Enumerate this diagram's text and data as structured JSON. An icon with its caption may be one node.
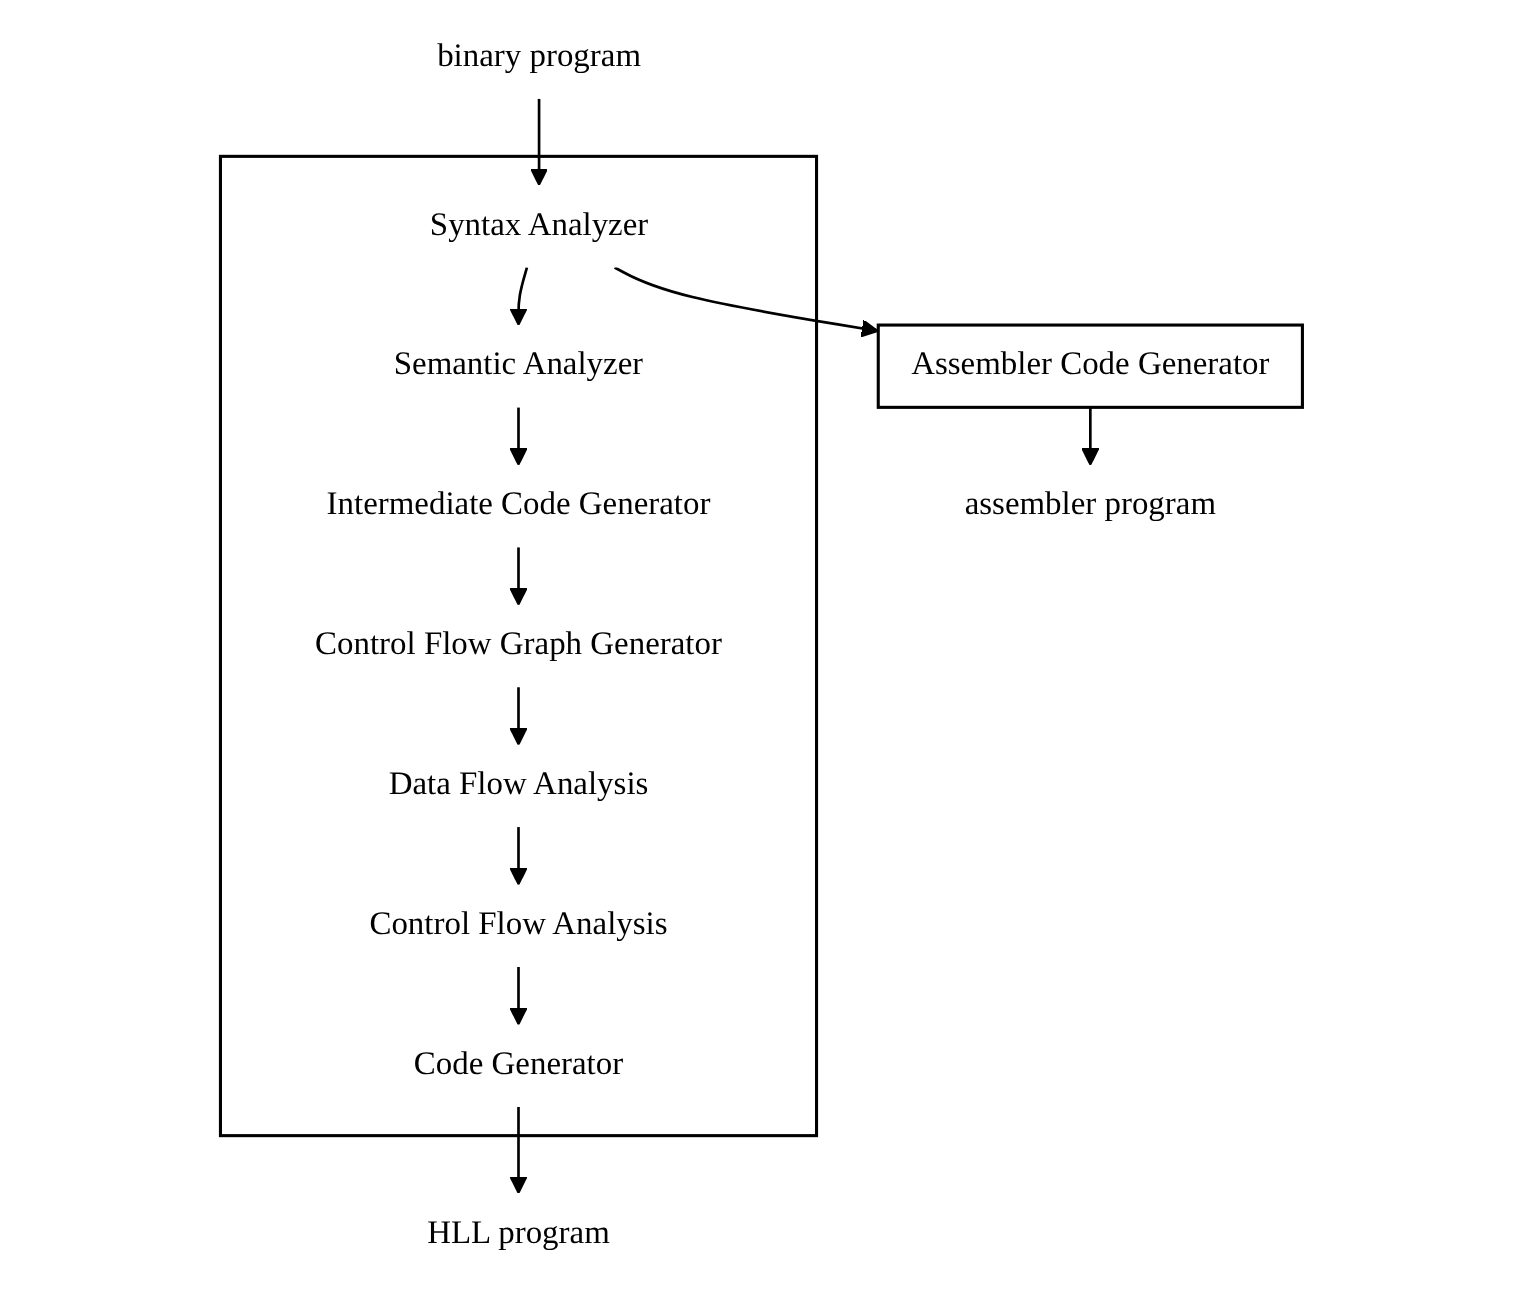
{
  "diagram": {
    "nodes": [
      {
        "text": [
          "binary program"
        ]
      },
      {
        "text": [],
        "shape": "box"
      },
      {
        "text": [
          "Syntax Analyzer"
        ],
        "in": 1
      },
      {
        "text": [
          "Semantic Analyzer"
        ],
        "in": 1
      },
      {
        "text": [
          "Intermediate Code Generator"
        ],
        "in": 1
      },
      {
        "text": [
          "Control Flow Graph Generator"
        ],
        "in": 1
      },
      {
        "text": [
          "Data Flow Analysis"
        ],
        "in": 1
      },
      {
        "text": [
          "Control Flow Analysis"
        ],
        "in": 1
      },
      {
        "text": [
          "Code Generator"
        ],
        "in": 1
      },
      {
        "text": [
          "Assembler Code Generator"
        ]
      },
      {
        "text": [
          "assembler program"
        ]
      },
      {
        "text": [
          "HLL program"
        ]
      }
    ],
    "edges": [
      {
        "from": 0,
        "to": 2,
        "arrow": "to"
      },
      {
        "from": 2,
        "to": 3,
        "arrow": "to"
      },
      {
        "from": 2,
        "to": 9,
        "arrow": "to"
      },
      {
        "from": 3,
        "to": 4,
        "arrow": "to"
      },
      {
        "from": 4,
        "to": 5,
        "arrow": "to"
      },
      {
        "from": 5,
        "to": 6,
        "arrow": "to"
      },
      {
        "from": 6,
        "to": 7,
        "arrow": "to"
      },
      {
        "from": 7,
        "to": 8,
        "arrow": "to"
      },
      {
        "from": 8,
        "to": 11,
        "arrow": "to"
      },
      {
        "from": 9,
        "to": 10,
        "arrow": "to"
      }
    ]
  }
}
